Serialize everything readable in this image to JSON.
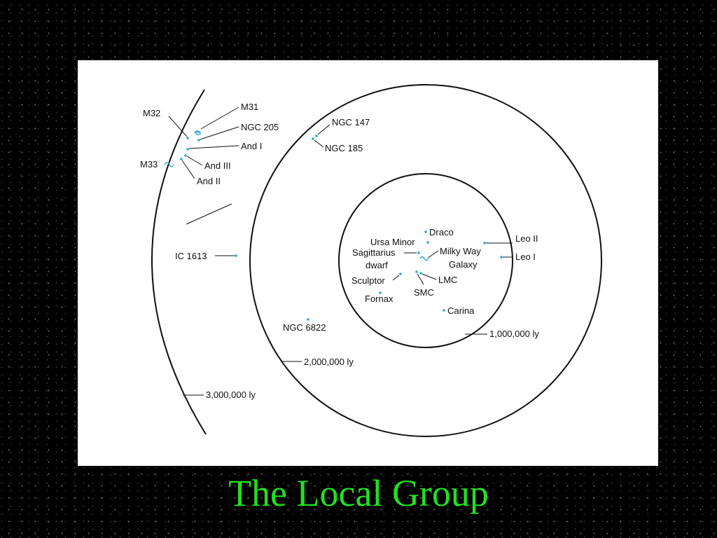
{
  "slide": {
    "title": "The Local Group",
    "title_color": "#22e022",
    "background_color": "#000000",
    "dot_color": "#2aa6d8"
  },
  "diagram": {
    "rings": [
      {
        "label": "1,000,000 ly"
      },
      {
        "label": "2,000,000 ly"
      },
      {
        "label": "3,000,000 ly"
      }
    ],
    "galaxies": {
      "m32": "M32",
      "m31": "M31",
      "ngc205": "NGC 205",
      "and1": "And I",
      "m33": "M33",
      "and3": "And III",
      "and2": "And II",
      "ngc147": "NGC 147",
      "ngc185": "NGC 185",
      "ic1613": "IC 1613",
      "ngc6822": "NGC 6822",
      "draco": "Draco",
      "ursa_minor": "Ursa Minor",
      "sagittarius_1": "Sagittarius",
      "sagittarius_2": "dwarf",
      "milky_way_1": "Milky Way",
      "milky_way_2": "Galaxy",
      "sculptor": "Sculptor",
      "fornax": "Fornax",
      "lmc": "LMC",
      "smc": "SMC",
      "carina": "Carina",
      "leo2": "Leo II",
      "leo1": "Leo I"
    }
  }
}
